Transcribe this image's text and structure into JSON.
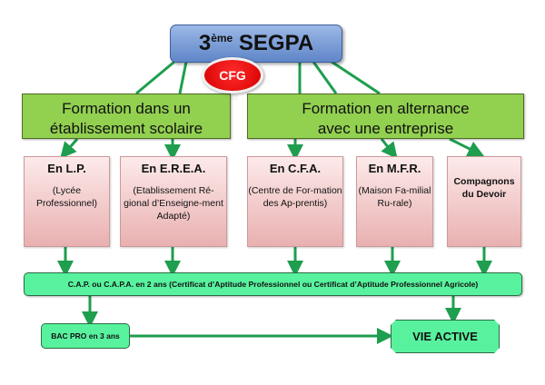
{
  "title": {
    "prefix": "3",
    "sup": "ème",
    "suffix": "SEGPA"
  },
  "cfg_label": "CFG",
  "branches": [
    {
      "line1": "Formation dans un",
      "line2": "établissement scolaire"
    },
    {
      "line1": "Formation en alternance",
      "line2": "avec une entreprise"
    }
  ],
  "options": [
    {
      "head": "En L.P.",
      "detail": "(Lycée Professionnel)"
    },
    {
      "head": "En E.R.E.A.",
      "detail": "(Etablissement Ré-gional d’Enseigne-ment Adapté)"
    },
    {
      "head": "En C.F.A.",
      "detail": "(Centre de For-mation des Ap-prentis)"
    },
    {
      "head": "En M.F.R.",
      "detail": "(Maison Fa-milial Ru-rale)"
    },
    {
      "head": "Compagnons du Devoir",
      "detail": ""
    }
  ],
  "cap_label": "C.A.P. ou C.A.P.A. en 2 ans (Certificat d’Aptitude Professionnel ou Certificat d’Aptitude Professionnel  Agricole)",
  "bac_label": "BAC PRO en 3 ans",
  "vie_label": "VIE ACTIVE",
  "colors": {
    "connector": "#1e9e4e",
    "top_box": "#7aa0d9",
    "cfg": "#e00000",
    "branch_box": "#92d050",
    "option_box": "#f0c4c4",
    "outcome_box": "#58f29e"
  }
}
